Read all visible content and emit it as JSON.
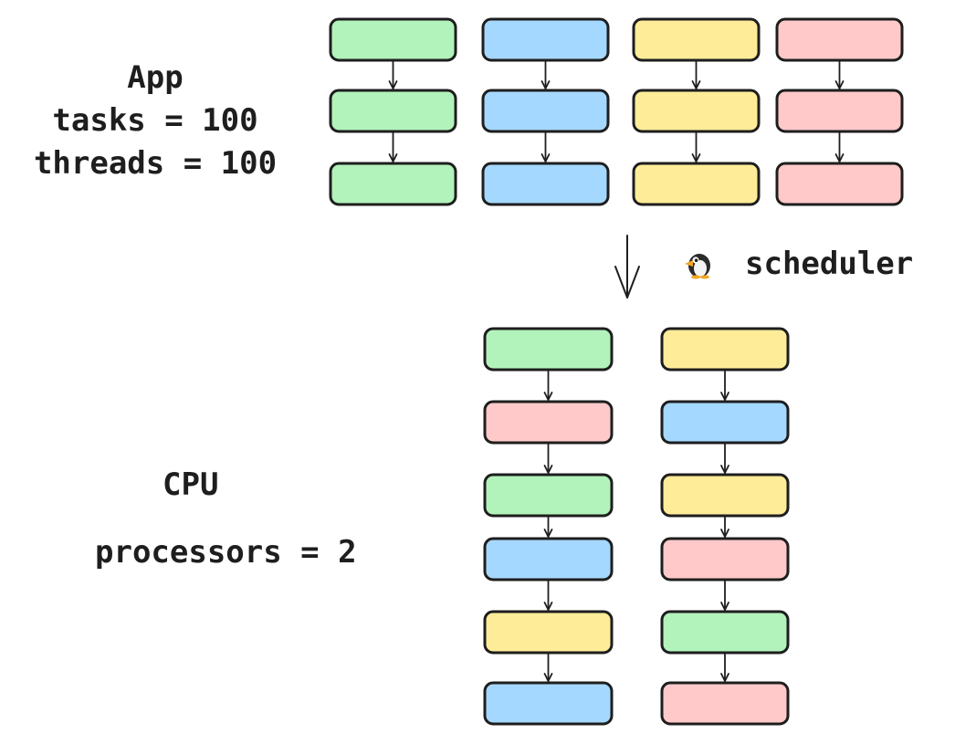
{
  "app": {
    "title": "App",
    "tasks": "tasks = 100",
    "threads": "threads = 100"
  },
  "scheduler": {
    "label": "scheduler",
    "icon": "penguin-icon"
  },
  "cpu": {
    "title": "CPU",
    "processors": "processors = 2"
  },
  "colors": {
    "green": "#b2f2bb",
    "blue": "#a5d8ff",
    "yellow": "#ffec99",
    "red": "#ffc9c9",
    "stroke": "#1e1e1e"
  },
  "app_threads": [
    {
      "color": "green",
      "tasks": 3
    },
    {
      "color": "blue",
      "tasks": 3
    },
    {
      "color": "yellow",
      "tasks": 3
    },
    {
      "color": "red",
      "tasks": 3
    }
  ],
  "cpu_processors": [
    {
      "tasks": [
        "green",
        "red",
        "green",
        "blue",
        "yellow",
        "blue"
      ]
    },
    {
      "tasks": [
        "yellow",
        "blue",
        "yellow",
        "red",
        "green",
        "red"
      ]
    }
  ]
}
